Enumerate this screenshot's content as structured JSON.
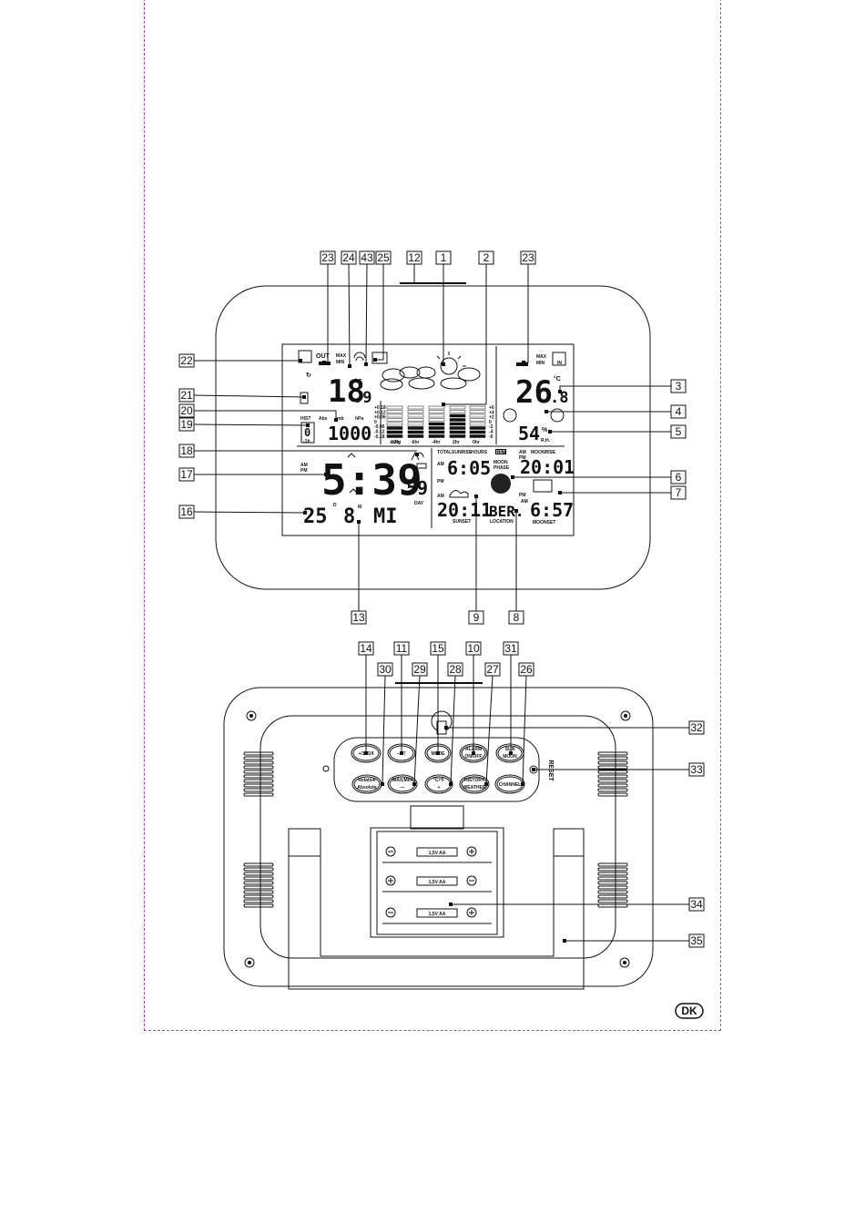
{
  "callouts": {
    "top": [
      "23",
      "24",
      "43",
      "25",
      "12",
      "1",
      "2",
      "23"
    ],
    "left": [
      "22",
      "21",
      "20",
      "19",
      "18",
      "17",
      "16"
    ],
    "right": [
      "3",
      "4",
      "5",
      "6",
      "7"
    ],
    "bottom": [
      "13",
      "9",
      "8"
    ],
    "back_top_row1": [
      "14",
      "11",
      "15",
      "10",
      "31"
    ],
    "back_top_row2": [
      "30",
      "29",
      "28",
      "27",
      "26"
    ],
    "back_right": [
      "32",
      "33",
      "34",
      "35"
    ]
  },
  "lcd": {
    "out_label": "OUT",
    "max_min": "MAX\nMIN",
    "max_label": "MAX",
    "min_label": "MIN",
    "in_label": "IN",
    "out_temp_int": "18",
    "out_temp_dec": ".9",
    "in_temp_int": "26",
    "in_temp_dec": ".8",
    "deg_c": "°C",
    "humidity": "54",
    "pct": "%",
    "rh": "R.H.",
    "hist": "HIST",
    "hist_value": "0",
    "hist_sub": "-1h",
    "abs": "Abs",
    "mb": "mb",
    "hpa": "hPa",
    "pressure": "1000",
    "inhg": "inHg",
    "bar_left_labels": [
      "+0.18",
      "+0.12",
      "+0.06",
      "0",
      "-0.06",
      "-0.12",
      "-0.18"
    ],
    "bar_right_labels": [
      "+6",
      "+4",
      "+2",
      "0",
      "-2",
      "-4",
      "-6"
    ],
    "bar_x_labels": [
      "-12hr",
      "-6hr",
      "-4hr",
      "2hr",
      "0hr"
    ],
    "am": "AM",
    "pm": "PM",
    "time_hm": "5:39",
    "time_s": "59",
    "date_day": "25",
    "date_month": "8",
    "weekday": "MI",
    "d_label": "D",
    "m_label": "M",
    "day_label": "DAY",
    "total": "TOTAL",
    "sunrise": "SUNRISE",
    "hours": "HOURS",
    "sunrise_time": "6:05",
    "sunset_time": "20:11",
    "sunset": "SUNSET",
    "location": "BER.",
    "location_label": "LOCATION",
    "dst": "DST",
    "moon_phase": "MOON\nPHASE",
    "moonrise": "MOONRISE",
    "moonrise_time": "20:01",
    "moonset_time": "6:57",
    "moonset": "MOONSET"
  },
  "buttons": {
    "b1": "+/12/24",
    "b2": "– / ᛉ",
    "b3": "MODE",
    "b4a": "ALARM",
    "b4b": "ON/OFF",
    "b5a": "SUN",
    "b5b": "MOON",
    "b6a": "Relative",
    "b6b": "Absolute",
    "b7a": "MAX/MIN",
    "b7b": "—",
    "b8a": "°C/°F",
    "b8b": "+",
    "b9a": "HISTORY",
    "b9b": "WEATHER",
    "b10": "CHANNEL",
    "reset": "RESET"
  },
  "battery": {
    "label": "1,5V AA"
  },
  "badge": "DK"
}
